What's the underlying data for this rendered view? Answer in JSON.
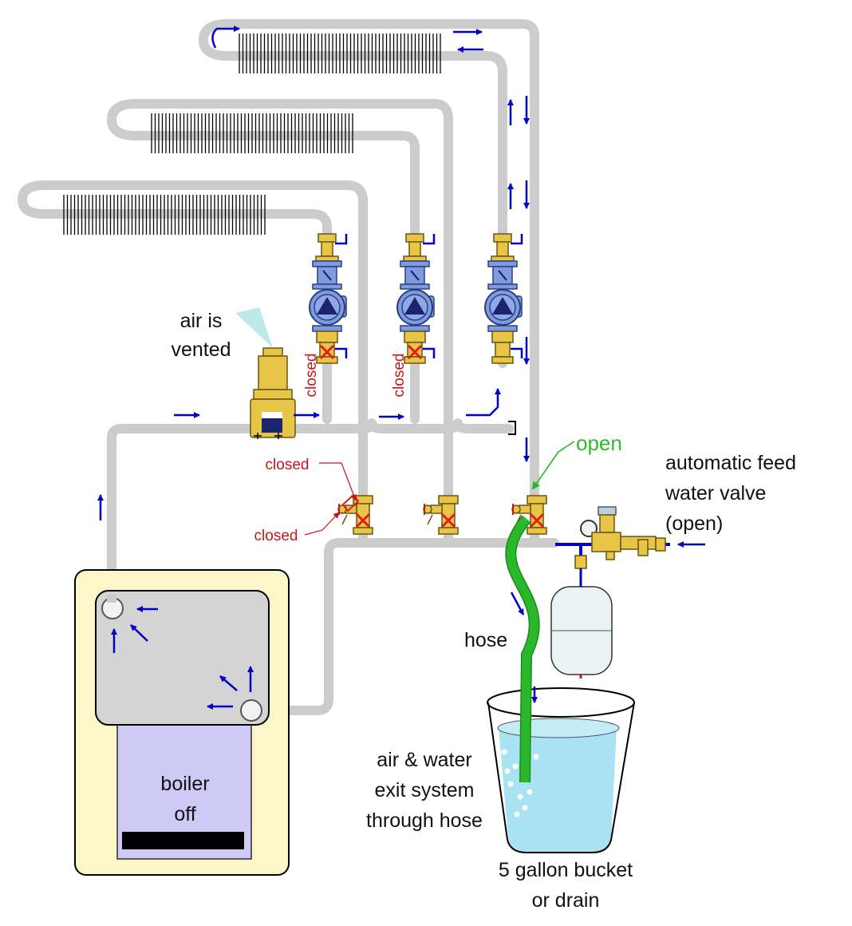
{
  "labels": {
    "air_vented_line1": "air is",
    "air_vented_line2": "vented",
    "closed_vertical_1": "closed",
    "closed_vertical_2": "closed",
    "closed_upper": "closed",
    "closed_lower": "closed",
    "open": "open",
    "feed_valve_line1": "automatic feed",
    "feed_valve_line2": "water valve",
    "feed_valve_line3": "(open)",
    "hose": "hose",
    "exit_line1": "air & water",
    "exit_line2": "exit system",
    "exit_line3": "through hose",
    "bucket_line1": "5 gallon bucket",
    "bucket_line2": "or drain",
    "boiler_line1": "boiler",
    "boiler_line2": "off"
  },
  "colors": {
    "pipe": "#cccccc",
    "flow_arrow": "#0000c8",
    "brass": "#e6c547",
    "pump_blue": "#7f9be0",
    "hose_green": "#2ab82a",
    "closed_red": "#c4171c",
    "boiler_jacket": "#fdf7c7",
    "boiler_body": "#d4d4d4",
    "burner": "#cfcaf5",
    "water": "#a9e2f2",
    "expansion_tank": "#e9f3f5"
  }
}
